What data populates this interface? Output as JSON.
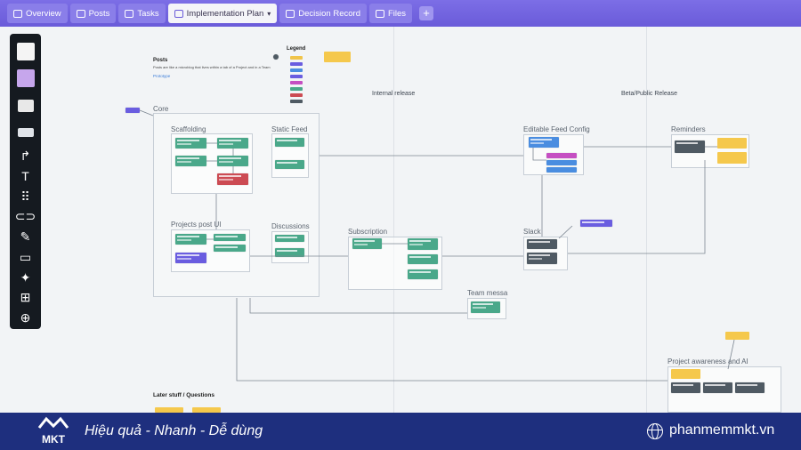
{
  "tabs": [
    {
      "label": "Overview",
      "icon": "overview-icon"
    },
    {
      "label": "Posts",
      "icon": "chat-icon"
    },
    {
      "label": "Tasks",
      "icon": "kanban-icon"
    },
    {
      "label": "Implementation Plan",
      "icon": "hierarchy-icon",
      "active": true
    },
    {
      "label": "Decision Record",
      "icon": "checkbox-icon"
    },
    {
      "label": "Files",
      "icon": "folder-icon"
    }
  ],
  "board": {
    "columns": {
      "internal": "Internal release",
      "beta": "Beta/Public Release"
    },
    "posts": {
      "title": "Posts",
      "description": "Posts are like a microblog that lives within a tab of a Project and in a Team",
      "link": "Prototype"
    },
    "legend": {
      "title": "Legend"
    },
    "frames": {
      "core": "Core",
      "scaffolding": "Scaffolding",
      "static_feed": "Static Feed",
      "projects_ui": "Projects post UI",
      "discussions": "Discussions",
      "subscription": "Subscription",
      "team": "Team messa",
      "editable": "Editable Feed Config",
      "reminders": "Reminders",
      "slack": "Slack",
      "awareness": "Project awareness and AI",
      "later": "Later stuff / Questions"
    }
  },
  "banner": {
    "brand": "MKT",
    "slogan": "Hiệu quả - Nhanh - Dễ dùng",
    "website": "phanmemmkt.vn"
  },
  "colors": {
    "accent": "#6a5bd9",
    "banner": "#1e2f7e",
    "card_green": "#4aa88a",
    "card_dark": "#4f5a63",
    "sticky": "#f5c84c"
  }
}
